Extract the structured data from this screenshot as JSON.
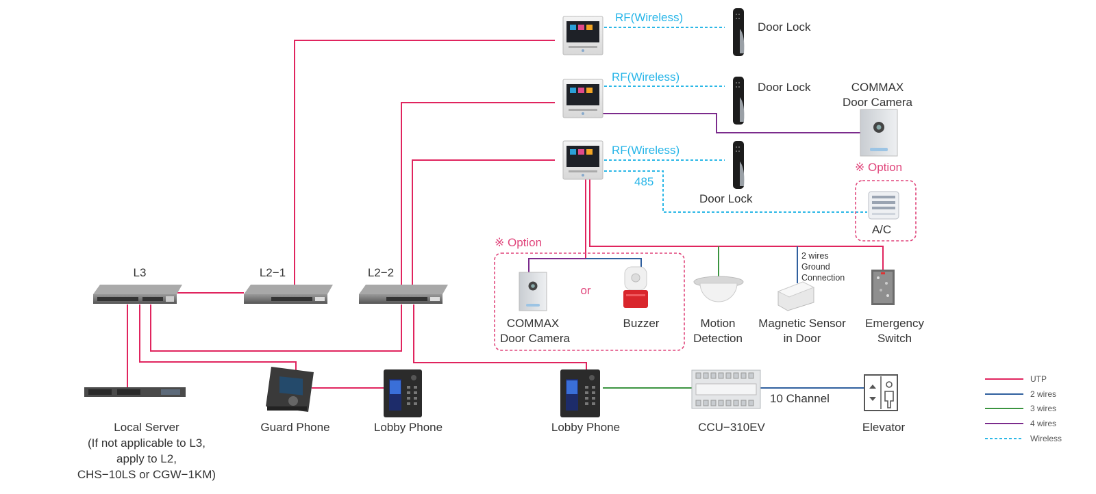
{
  "colors": {
    "utp": "#e0245e",
    "two_wires": "#2f5f9e",
    "three_wires": "#3b9440",
    "four_wires": "#7b2b8c",
    "wireless": "#2bb7e6",
    "option": "#e0457b"
  },
  "labels": {
    "rf1": "RF(Wireless)",
    "rf2": "RF(Wireless)",
    "rf3": "RF(Wireless)",
    "door_lock_1": "Door Lock",
    "door_lock_2": "Door Lock",
    "door_lock_3": "Door Lock",
    "door_cam_top_1": "COMMAX",
    "door_cam_top_2": "Door Camera",
    "option_right": "※ Option",
    "rs485": "485",
    "ac": "A/C",
    "option_left": "※ Option",
    "or": "or",
    "door_cam_bottom_1": "COMMAX",
    "door_cam_bottom_2": "Door Camera",
    "buzzer": "Buzzer",
    "motion_1": "Motion",
    "motion_2": "Detection",
    "magnetic_1": "Magnetic Sensor",
    "magnetic_2": "in Door",
    "ground_1": "2 wires",
    "ground_2": "Ground",
    "ground_3": "Connection",
    "emergency_1": "Emergency",
    "emergency_2": "Switch",
    "l3": "L3",
    "l2_1": "L2−1",
    "l2_2": "L2−2",
    "local_server_1": "Local Server",
    "local_server_2": "(If not applicable to L3,",
    "local_server_3": "apply to L2,",
    "local_server_4": "CHS−10LS or CGW−1KM)",
    "guard_phone": "Guard Phone",
    "lobby_phone_1": "Lobby Phone",
    "lobby_phone_2": "Lobby Phone",
    "ccu": "CCU−310EV",
    "ten_channel": "10 Channel",
    "elevator": "Elevator"
  },
  "legend": [
    {
      "label": "UTP",
      "style": "solid",
      "color": "#e0245e"
    },
    {
      "label": "2 wires",
      "style": "solid",
      "color": "#2f5f9e"
    },
    {
      "label": "3 wires",
      "style": "solid",
      "color": "#3b9440"
    },
    {
      "label": "4 wires",
      "style": "solid",
      "color": "#7b2b8c"
    },
    {
      "label": "Wireless",
      "style": "dashed",
      "color": "#2bb7e6"
    }
  ],
  "icons": {
    "monitor": "wall-monitor-icon",
    "door_lock": "door-lock-icon",
    "door_camera": "door-camera-icon",
    "switch": "network-switch-icon",
    "server": "server-icon",
    "guard_phone": "guard-phone-icon",
    "lobby_phone": "lobby-phone-icon",
    "ccu": "ccu-controller-icon",
    "elevator": "elevator-icon",
    "ac": "air-conditioner-icon",
    "buzzer": "buzzer-icon",
    "motion": "motion-sensor-icon",
    "magnetic": "magnetic-sensor-icon",
    "emergency": "emergency-switch-icon"
  }
}
